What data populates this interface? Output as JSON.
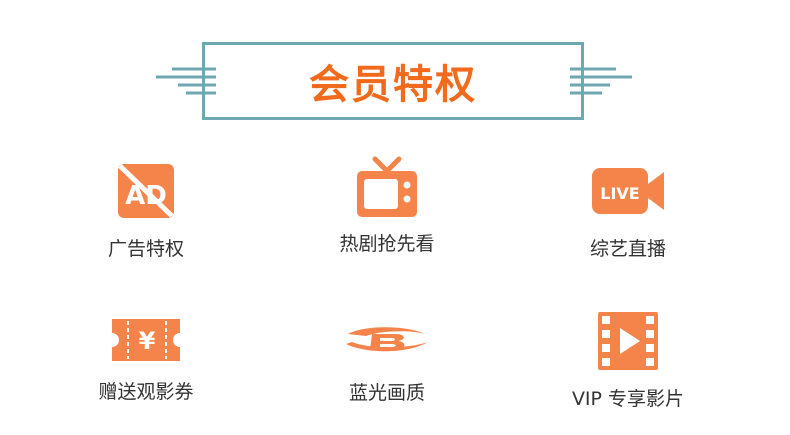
{
  "title": "会员特权",
  "colors": {
    "accent": "#f26a1b",
    "icon": "#f4844a",
    "frame": "#6ea7b1",
    "text": "#333333"
  },
  "features": [
    {
      "label": "广告特权",
      "icon": "no-ad-icon",
      "icon_text": "AD"
    },
    {
      "label": "热剧抢先看",
      "icon": "tv-icon"
    },
    {
      "label": "综艺直播",
      "icon": "live-camera-icon",
      "icon_text": "LIVE"
    },
    {
      "label": "赠送观影券",
      "icon": "ticket-icon",
      "icon_text": "¥"
    },
    {
      "label": "蓝光画质",
      "icon": "bluray-icon"
    },
    {
      "label": "VIP 专享影片",
      "icon": "film-icon"
    }
  ]
}
